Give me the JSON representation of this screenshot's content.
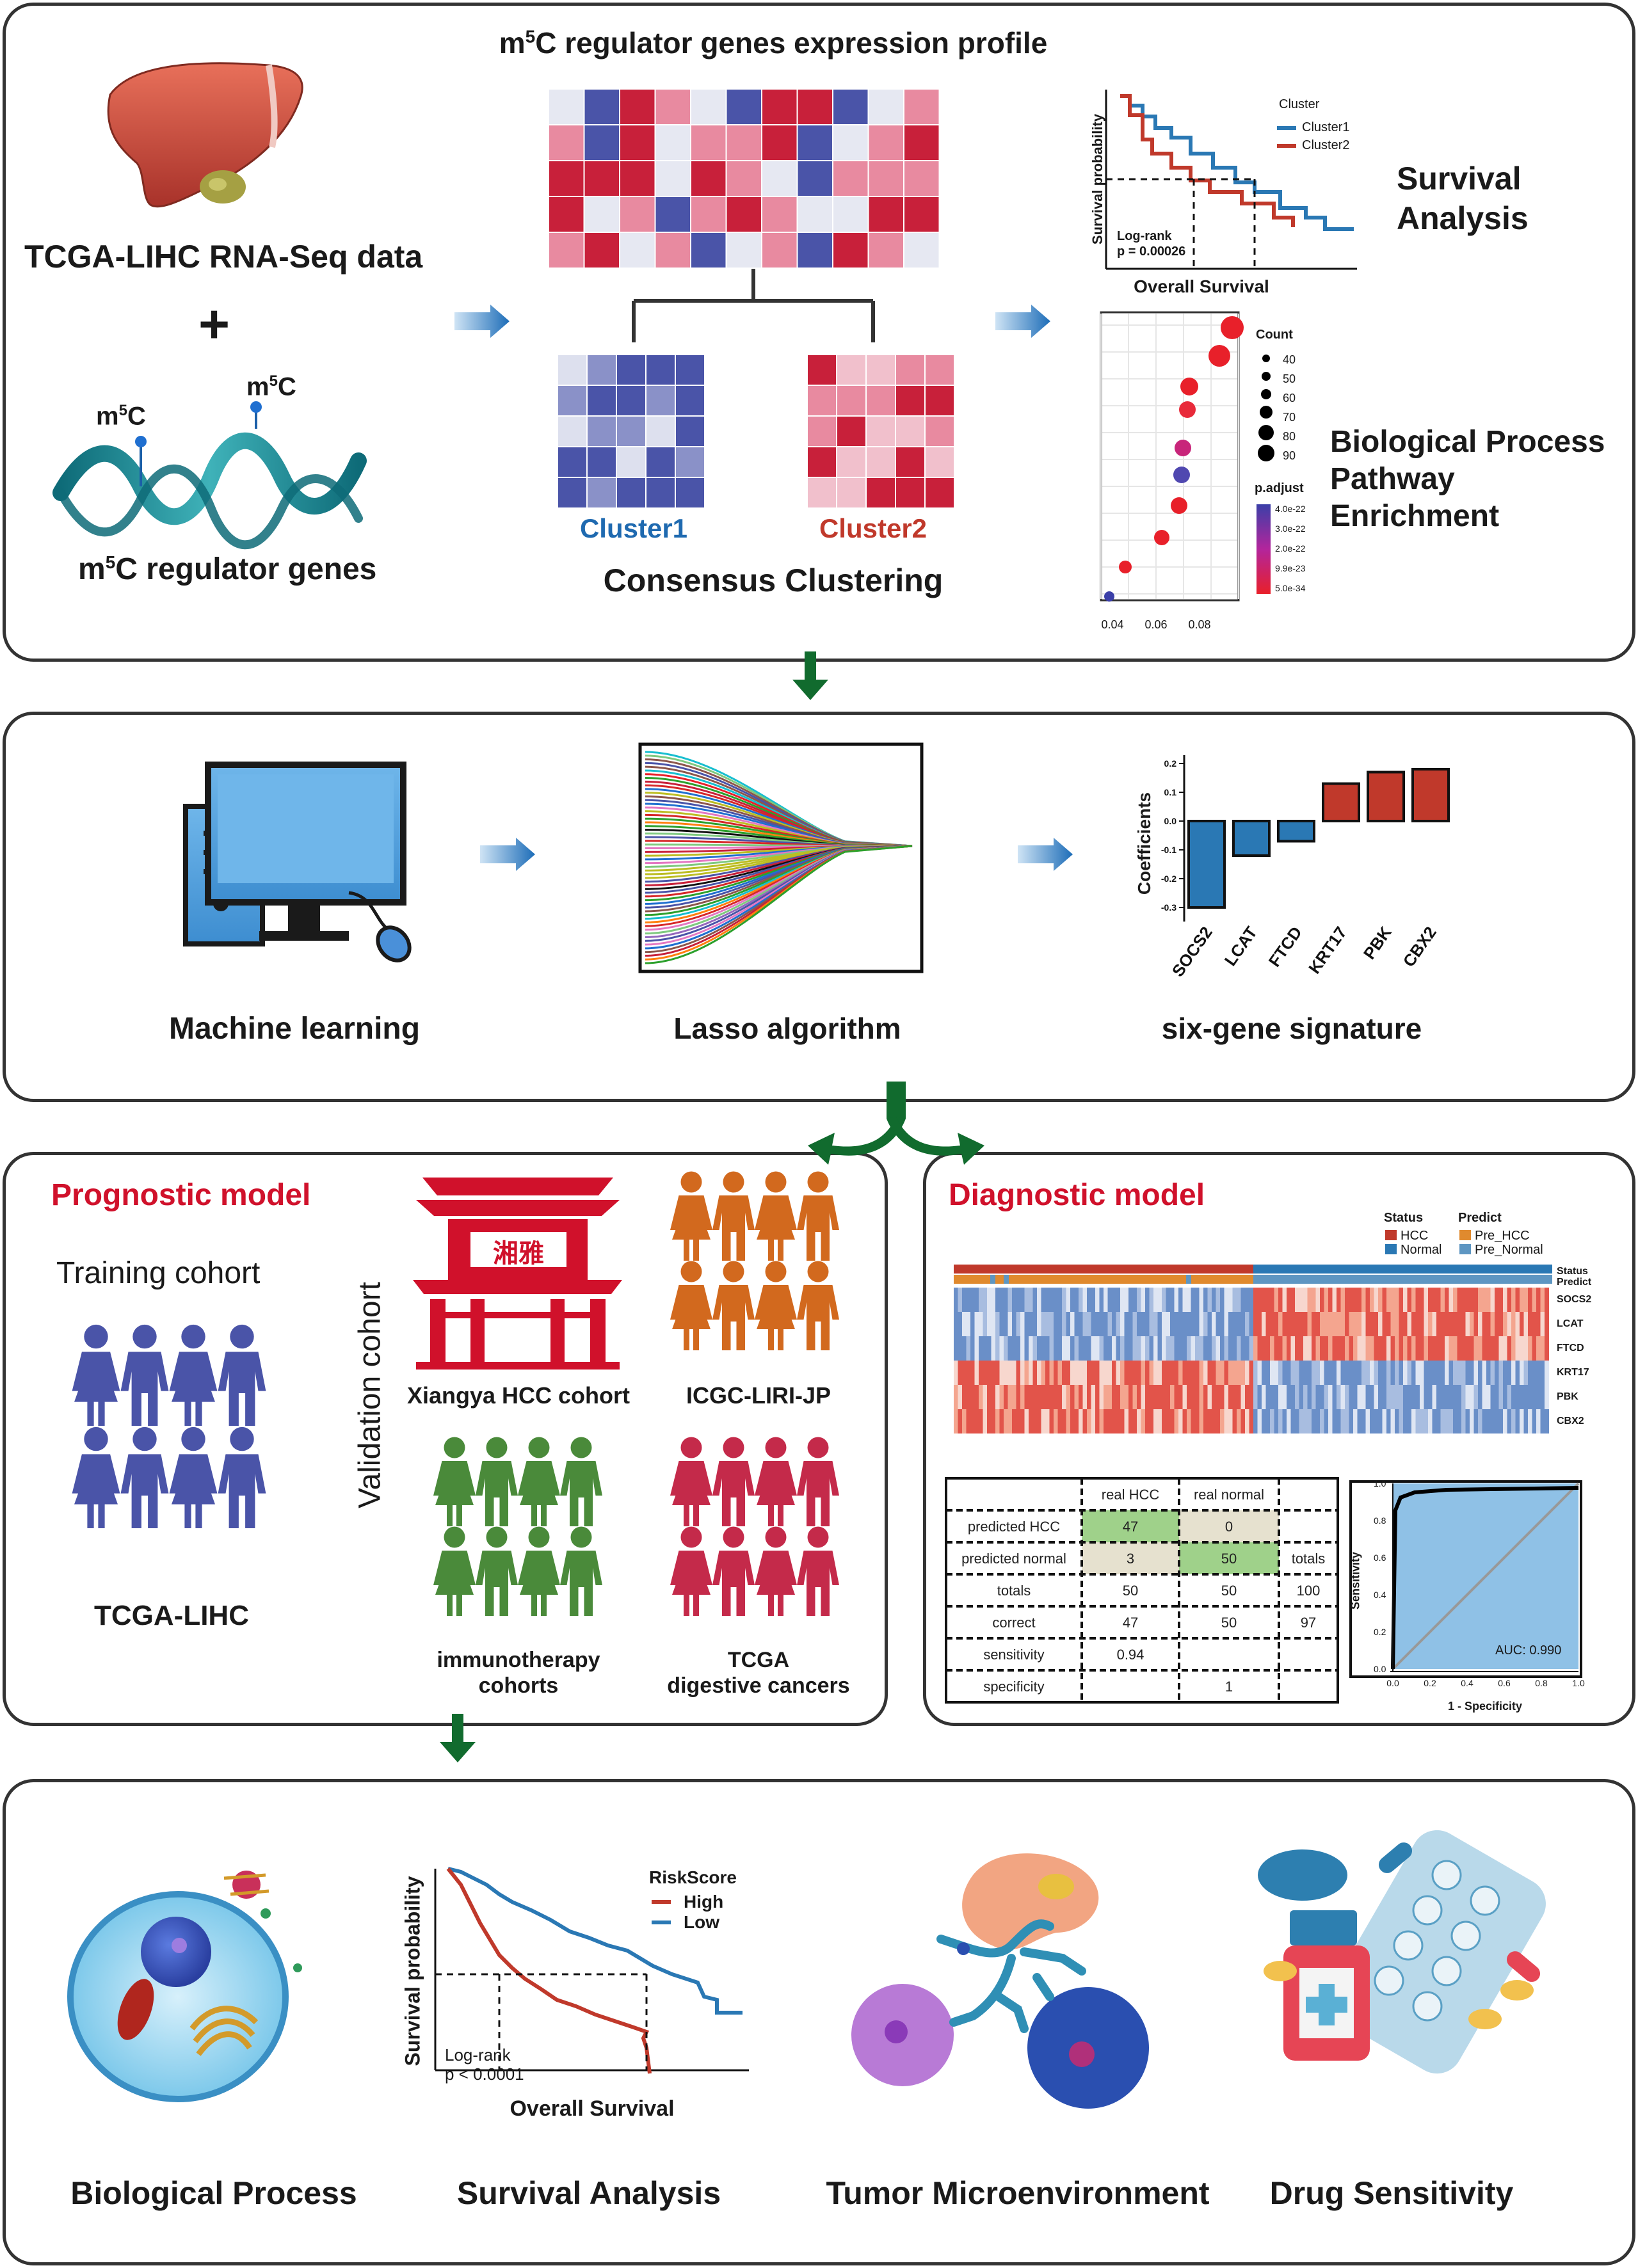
{
  "panel1": {
    "title_prefix": "m",
    "title_sup": "5",
    "title_rest": "C regulator genes expression profile",
    "tcga_label": "TCGA-LIHC RNA-Seq data",
    "plus": "+",
    "m5c_tag_m": "m",
    "m5c_tag_sup": "5",
    "m5c_tag_c": "C",
    "regulator_prefix": "m",
    "regulator_sup": "5",
    "regulator_rest": "C regulator genes",
    "cluster1": "Cluster1",
    "cluster2": "Cluster2",
    "consensus": "Consensus Clustering",
    "survival_title_1": "Survival",
    "survival_title_2": "Analysis",
    "bp_line1": "Biological Process",
    "bp_line2": "Pathway",
    "bp_line3": "Enrichment",
    "km": {
      "ylabel": "Survival probability",
      "xlabel": "Overall Survival",
      "legend_title": "Cluster",
      "series": [
        "Cluster1",
        "Cluster2"
      ],
      "logrank": "Log-rank",
      "pval": "p = 0.00026",
      "colors": [
        "#2a78b4",
        "#c0392b"
      ]
    },
    "dotplot": {
      "count_title": "Count",
      "counts": [
        "40",
        "50",
        "60",
        "70",
        "80",
        "90"
      ],
      "padj_title": "p.adjust",
      "padj_ticks": [
        "4.0e-22",
        "3.0e-22",
        "2.0e-22",
        "9.9e-23",
        "5.0e-34"
      ],
      "xticks": [
        "0.04",
        "0.06",
        "0.08"
      ]
    }
  },
  "panel2": {
    "machine": "Machine learning",
    "lasso": "Lasso algorithm",
    "signature": "six-gene signature",
    "coef": {
      "ylabel": "Coefficients",
      "yticks": [
        "0.2",
        "0.1",
        "0.0",
        "-0.1",
        "-0.2",
        "-0.3"
      ],
      "genes": [
        "SOCS2",
        "LCAT",
        "FTCD",
        "KRT17",
        "PBK",
        "CBX2"
      ],
      "values": [
        -0.3,
        -0.12,
        -0.07,
        0.13,
        0.17,
        0.18
      ],
      "neg_color": "#2a78b4",
      "pos_color": "#c0392b"
    }
  },
  "panel3": {
    "prognostic": "Prognostic model",
    "training": "Training cohort",
    "tcga": "TCGA-LIHC",
    "validation": "Validation cohort",
    "xiangya": "Xiangya HCC cohort",
    "xiangya_sign": "湘雅",
    "icgc": "ICGC-LIRI-JP",
    "immuno_1": "immunotherapy",
    "immuno_2": "cohorts",
    "tcga2_1": "TCGA",
    "tcga2_2": "digestive cancers",
    "accent": "#d0112b"
  },
  "panel4": {
    "diagnostic": "Diagnostic model",
    "legend_status": "Status",
    "legend_hcc": "HCC",
    "legend_normal": "Normal",
    "legend_predict": "Predict",
    "legend_pre_hcc": "Pre_HCC",
    "legend_pre_normal": "Pre_Normal",
    "row_status": "Status",
    "row_predict": "Predict",
    "genes": [
      "SOCS2",
      "LCAT",
      "FTCD",
      "KRT17",
      "PBK",
      "CBX2"
    ],
    "table": {
      "headers": [
        "",
        "real HCC",
        "real normal",
        ""
      ],
      "rows": [
        [
          "predicted HCC",
          "47",
          "0",
          ""
        ],
        [
          "predicted normal",
          "3",
          "50",
          "totals"
        ],
        [
          "totals",
          "50",
          "50",
          "100"
        ],
        [
          "correct",
          "47",
          "50",
          "97"
        ],
        [
          "sensitivity",
          "0.94",
          "",
          ""
        ],
        [
          "specificity",
          "",
          "1",
          ""
        ]
      ]
    },
    "roc": {
      "auc": "AUC: 0.990",
      "xlabel": "1 - Specificity",
      "ylabel": "Sensitivity",
      "ticks": [
        "0.0",
        "0.2",
        "0.4",
        "0.6",
        "0.8",
        "1.0"
      ]
    }
  },
  "panel5": {
    "bio": "Biological Process",
    "survival": "Survival Analysis",
    "tme": "Tumor Microenvironment",
    "drug": "Drug Sensitivity",
    "km": {
      "ylabel": "Survival probability",
      "xlabel": "Overall Survival",
      "legend_title": "RiskScore",
      "series": [
        "High",
        "Low"
      ],
      "logrank": "Log-rank",
      "pval": "p < 0.0001",
      "colors": [
        "#c0392b",
        "#2a78b4"
      ]
    }
  }
}
